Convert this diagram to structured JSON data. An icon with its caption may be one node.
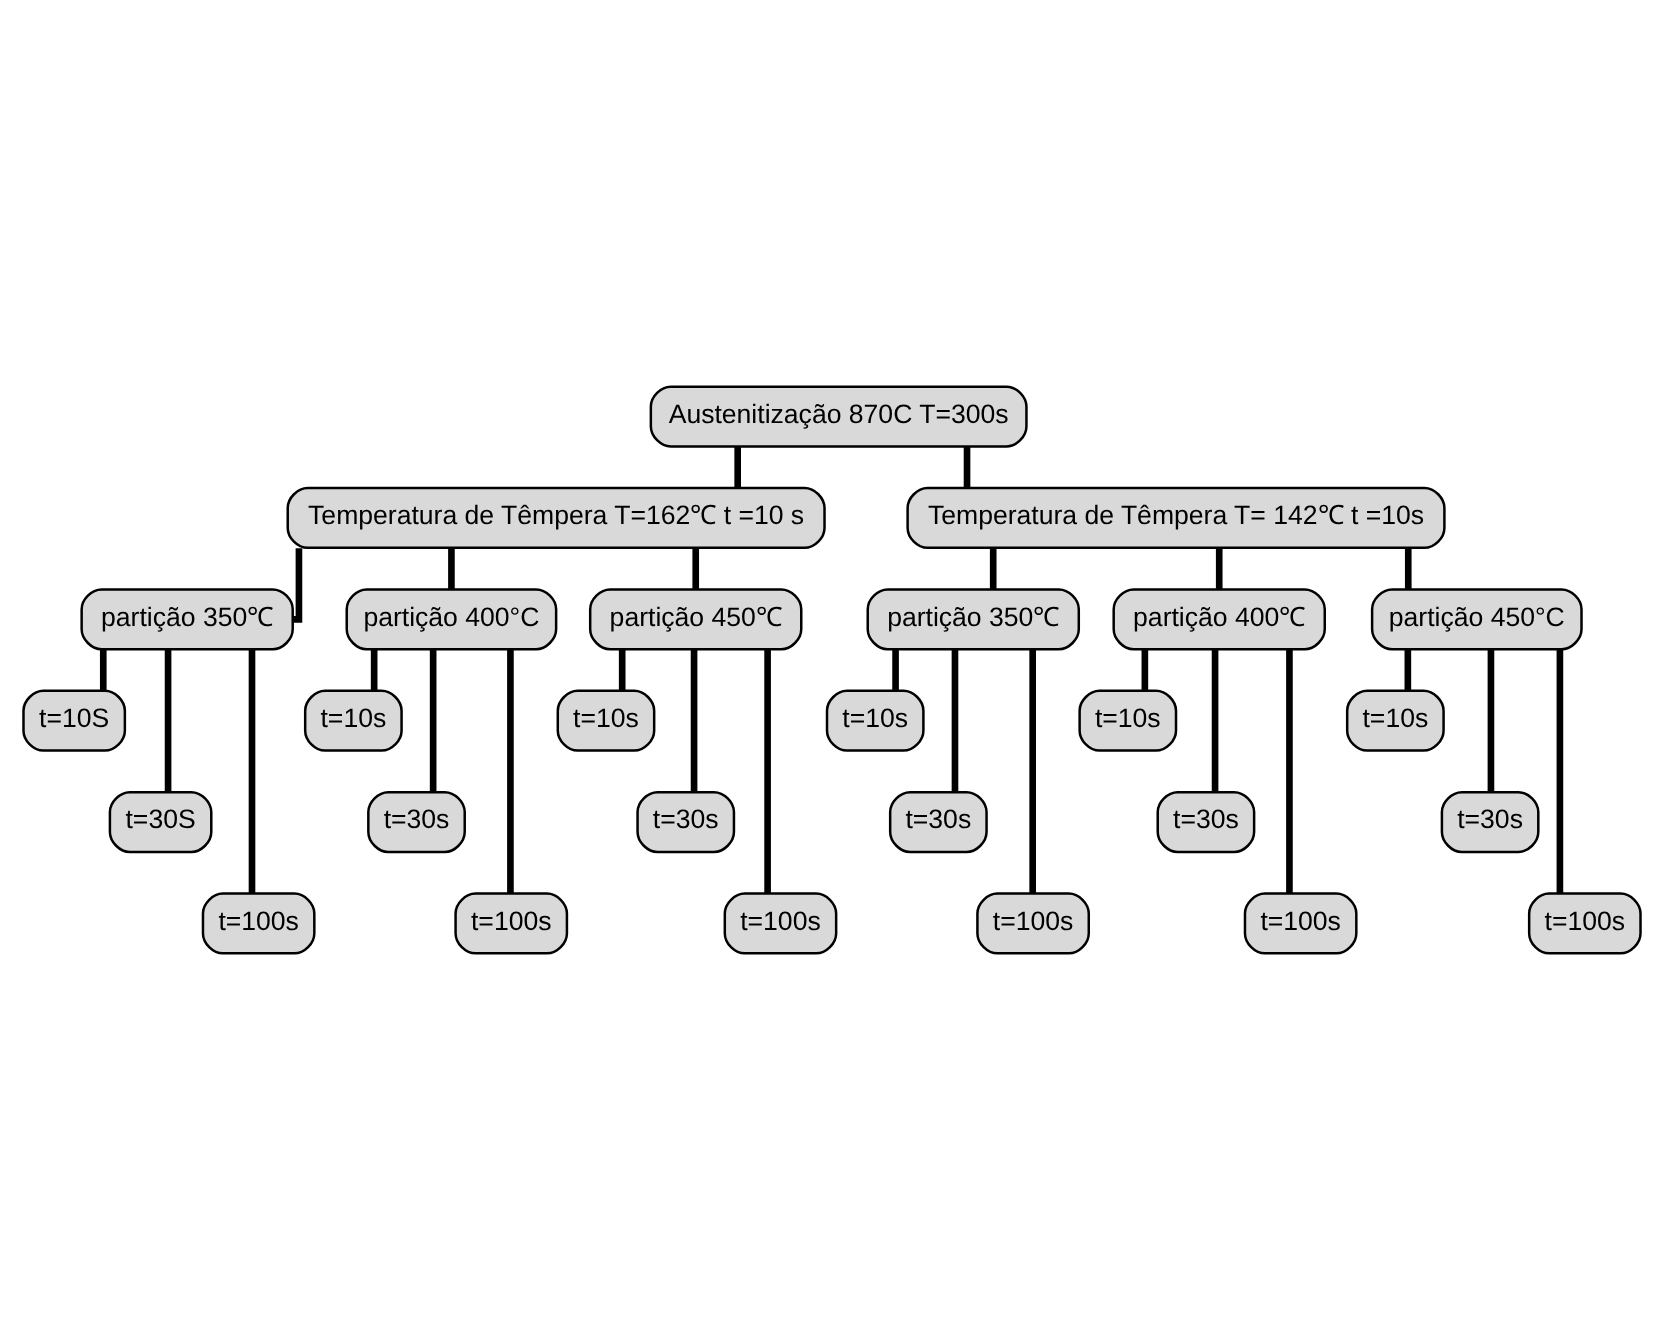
{
  "diagram": {
    "nodes": [
      {
        "text": [
          "Austenitização 870C T=300s"
        ]
      },
      {
        "text": [
          "Temperatura de Têmpera T=162℃ t =10 s"
        ]
      },
      {
        "text": [
          "Temperatura de Têmpera T= 142℃ t =10s"
        ]
      },
      {
        "text": [
          "partição 350℃"
        ]
      },
      {
        "text": [
          "partição 400°C"
        ]
      },
      {
        "text": [
          "partição 450℃"
        ]
      },
      {
        "text": [
          "partição 350℃"
        ]
      },
      {
        "text": [
          "partição 400℃"
        ]
      },
      {
        "text": [
          "partição 450°C"
        ]
      },
      {
        "text": [
          "t=10S"
        ]
      },
      {
        "text": [
          "t=10s"
        ]
      },
      {
        "text": [
          "t=10s"
        ]
      },
      {
        "text": [
          "t=10s"
        ]
      },
      {
        "text": [
          "t=10s"
        ]
      },
      {
        "text": [
          "t=10s"
        ]
      },
      {
        "text": [
          "t=30S"
        ]
      },
      {
        "text": [
          "t=30s"
        ]
      },
      {
        "text": [
          "t=30s"
        ]
      },
      {
        "text": [
          "t=30s"
        ]
      },
      {
        "text": [
          "t=30s"
        ]
      },
      {
        "text": [
          "t=30s"
        ]
      },
      {
        "text": [
          "t=100s"
        ]
      },
      {
        "text": [
          "t=100s"
        ]
      },
      {
        "text": [
          "t=100s"
        ]
      },
      {
        "text": [
          "t=100s"
        ]
      },
      {
        "text": [
          "t=100s"
        ]
      },
      {
        "text": [
          "t=100s"
        ]
      }
    ],
    "edges": [
      {
        "from": 0,
        "to": 1,
        "arrow": "none"
      },
      {
        "from": 0,
        "to": 2,
        "arrow": "none"
      },
      {
        "from": 1,
        "to": 3,
        "arrow": "none"
      },
      {
        "from": 1,
        "to": 4,
        "arrow": "none"
      },
      {
        "from": 1,
        "to": 5,
        "arrow": "none"
      },
      {
        "from": 2,
        "to": 6,
        "arrow": "none"
      },
      {
        "from": 2,
        "to": 7,
        "arrow": "none"
      },
      {
        "from": 2,
        "to": 8,
        "arrow": "none"
      },
      {
        "from": 3,
        "to": 9,
        "arrow": "none"
      },
      {
        "from": 3,
        "to": 15,
        "arrow": "none"
      },
      {
        "from": 3,
        "to": 21,
        "arrow": "none"
      },
      {
        "from": 4,
        "to": 10,
        "arrow": "none"
      },
      {
        "from": 4,
        "to": 16,
        "arrow": "none"
      },
      {
        "from": 4,
        "to": 22,
        "arrow": "none"
      },
      {
        "from": 5,
        "to": 11,
        "arrow": "none"
      },
      {
        "from": 5,
        "to": 17,
        "arrow": "none"
      },
      {
        "from": 5,
        "to": 23,
        "arrow": "none"
      },
      {
        "from": 6,
        "to": 12,
        "arrow": "none"
      },
      {
        "from": 6,
        "to": 18,
        "arrow": "none"
      },
      {
        "from": 6,
        "to": 24,
        "arrow": "none"
      },
      {
        "from": 7,
        "to": 13,
        "arrow": "none"
      },
      {
        "from": 7,
        "to": 19,
        "arrow": "none"
      },
      {
        "from": 7,
        "to": 25,
        "arrow": "none"
      },
      {
        "from": 8,
        "to": 14,
        "arrow": "none"
      },
      {
        "from": 8,
        "to": 20,
        "arrow": "none"
      },
      {
        "from": 8,
        "to": 26,
        "arrow": "none"
      }
    ]
  }
}
